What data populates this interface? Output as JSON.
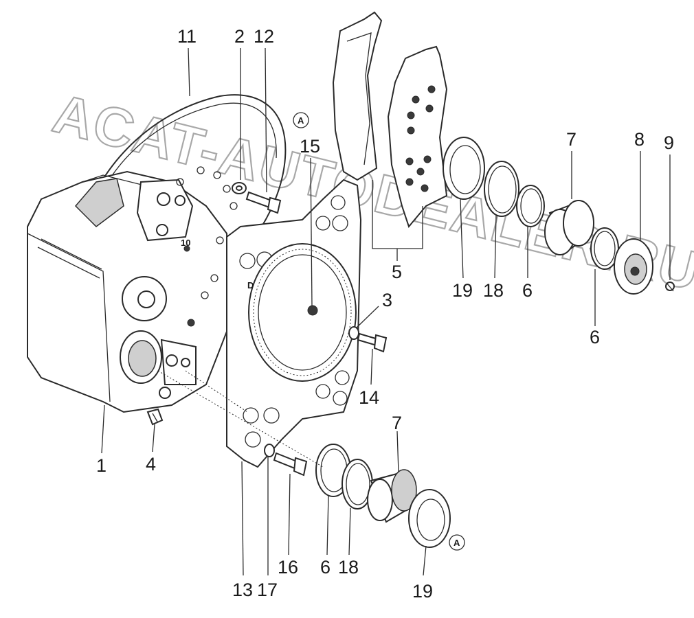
{
  "diagram": {
    "callouts": [
      {
        "id": "c11a",
        "text": "11"
      },
      {
        "id": "c2",
        "text": "2"
      },
      {
        "id": "c12",
        "text": "12"
      },
      {
        "id": "c15",
        "text": "15"
      },
      {
        "id": "c7a",
        "text": "7"
      },
      {
        "id": "c8",
        "text": "8"
      },
      {
        "id": "c9",
        "text": "9"
      },
      {
        "id": "c3",
        "text": "3"
      },
      {
        "id": "c5",
        "text": "5"
      },
      {
        "id": "c19a",
        "text": "19"
      },
      {
        "id": "c18a",
        "text": "18"
      },
      {
        "id": "c6a",
        "text": "6"
      },
      {
        "id": "c6b",
        "text": "6"
      },
      {
        "id": "c14",
        "text": "14"
      },
      {
        "id": "c7b",
        "text": "7"
      },
      {
        "id": "c1",
        "text": "1"
      },
      {
        "id": "c4",
        "text": "4"
      },
      {
        "id": "c16",
        "text": "16"
      },
      {
        "id": "c6c",
        "text": "6"
      },
      {
        "id": "c18b",
        "text": "18"
      },
      {
        "id": "c13",
        "text": "13"
      },
      {
        "id": "c17",
        "text": "17"
      },
      {
        "id": "c19b",
        "text": "19"
      },
      {
        "id": "c10",
        "text": "10"
      }
    ],
    "reference_marks": [
      {
        "id": "ma",
        "text": "A"
      },
      {
        "id": "mb",
        "text": "A"
      }
    ],
    "plate_letter": "D",
    "watermark": "ACAT-AUTODEALER.RU"
  }
}
